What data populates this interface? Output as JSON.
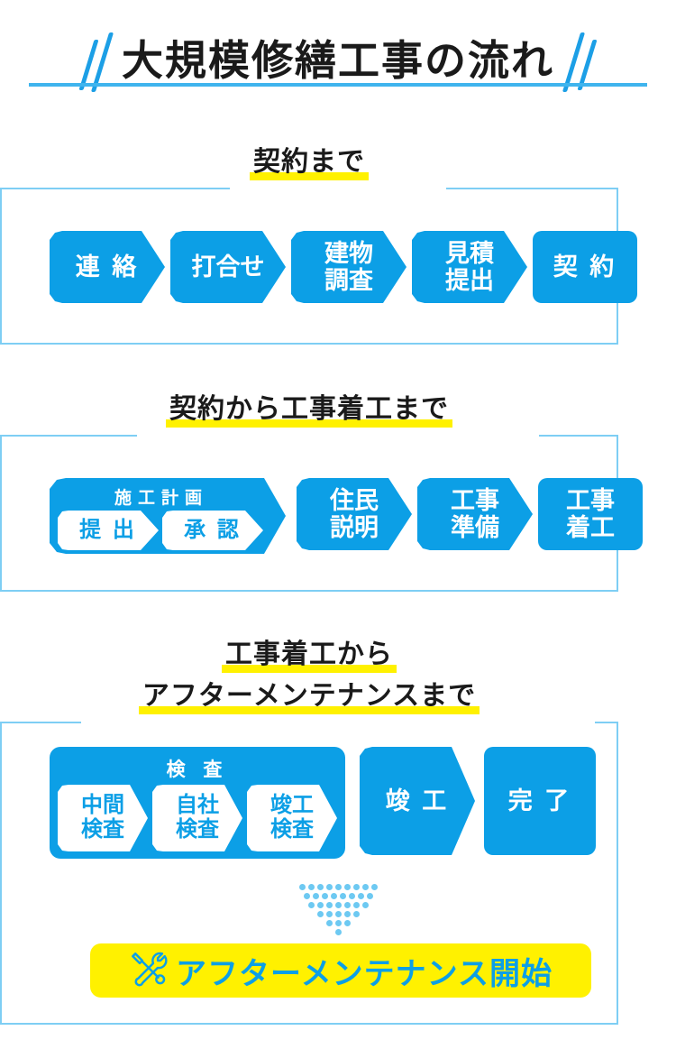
{
  "title": {
    "text": "大規模修繕工事の流れ",
    "decor_left_icon": "diagonal-slashes",
    "decor_right_icon": "diagonal-slashes"
  },
  "colors": {
    "brand_blue": "#0C9FE6",
    "frame_blue": "#7ECEF4",
    "rule_blue": "#3FB4EE",
    "highlight_yellow": "#FFF100",
    "dot_blue": "#6DC9F2",
    "text_dark": "#1A1A1A",
    "white": "#FFFFFF"
  },
  "sections": [
    {
      "heading_lines": [
        "契約まで"
      ],
      "steps": [
        {
          "label": "連 絡",
          "shape": "arrow"
        },
        {
          "label": "打合せ",
          "shape": "arrow"
        },
        {
          "label": "建物\n調査",
          "shape": "arrow"
        },
        {
          "label": "見積\n提出",
          "shape": "arrow"
        },
        {
          "label": "契 約",
          "shape": "block"
        }
      ]
    },
    {
      "heading_lines": [
        "契約から工事着工まで"
      ],
      "group": {
        "title": "施工計画",
        "shape": "arrow",
        "items": [
          {
            "label": "提 出",
            "shape": "arrow"
          },
          {
            "label": "承 認",
            "shape": "arrow"
          }
        ]
      },
      "steps": [
        {
          "label": "住民\n説明",
          "shape": "arrow"
        },
        {
          "label": "工事\n準備",
          "shape": "arrow"
        },
        {
          "label": "工事\n着工",
          "shape": "block"
        }
      ]
    },
    {
      "heading_lines": [
        "工事着工から",
        "アフターメンテナンスまで"
      ],
      "group": {
        "title": "検 査",
        "shape": "block",
        "items": [
          {
            "label": "中間\n検査",
            "shape": "arrow"
          },
          {
            "label": "自社\n検査",
            "shape": "arrow"
          },
          {
            "label": "竣工\n検査",
            "shape": "arrow"
          }
        ]
      },
      "steps": [
        {
          "label": "竣 工",
          "shape": "arrow"
        },
        {
          "label": "完 了",
          "shape": "block"
        }
      ],
      "connector": {
        "icon": "dotted-down-arrow",
        "rows": [
          9,
          8,
          7,
          5,
          3,
          1
        ]
      },
      "banner": {
        "icon": "wrench-screwdriver-icon",
        "text": "アフターメンテナンス開始"
      }
    }
  ]
}
